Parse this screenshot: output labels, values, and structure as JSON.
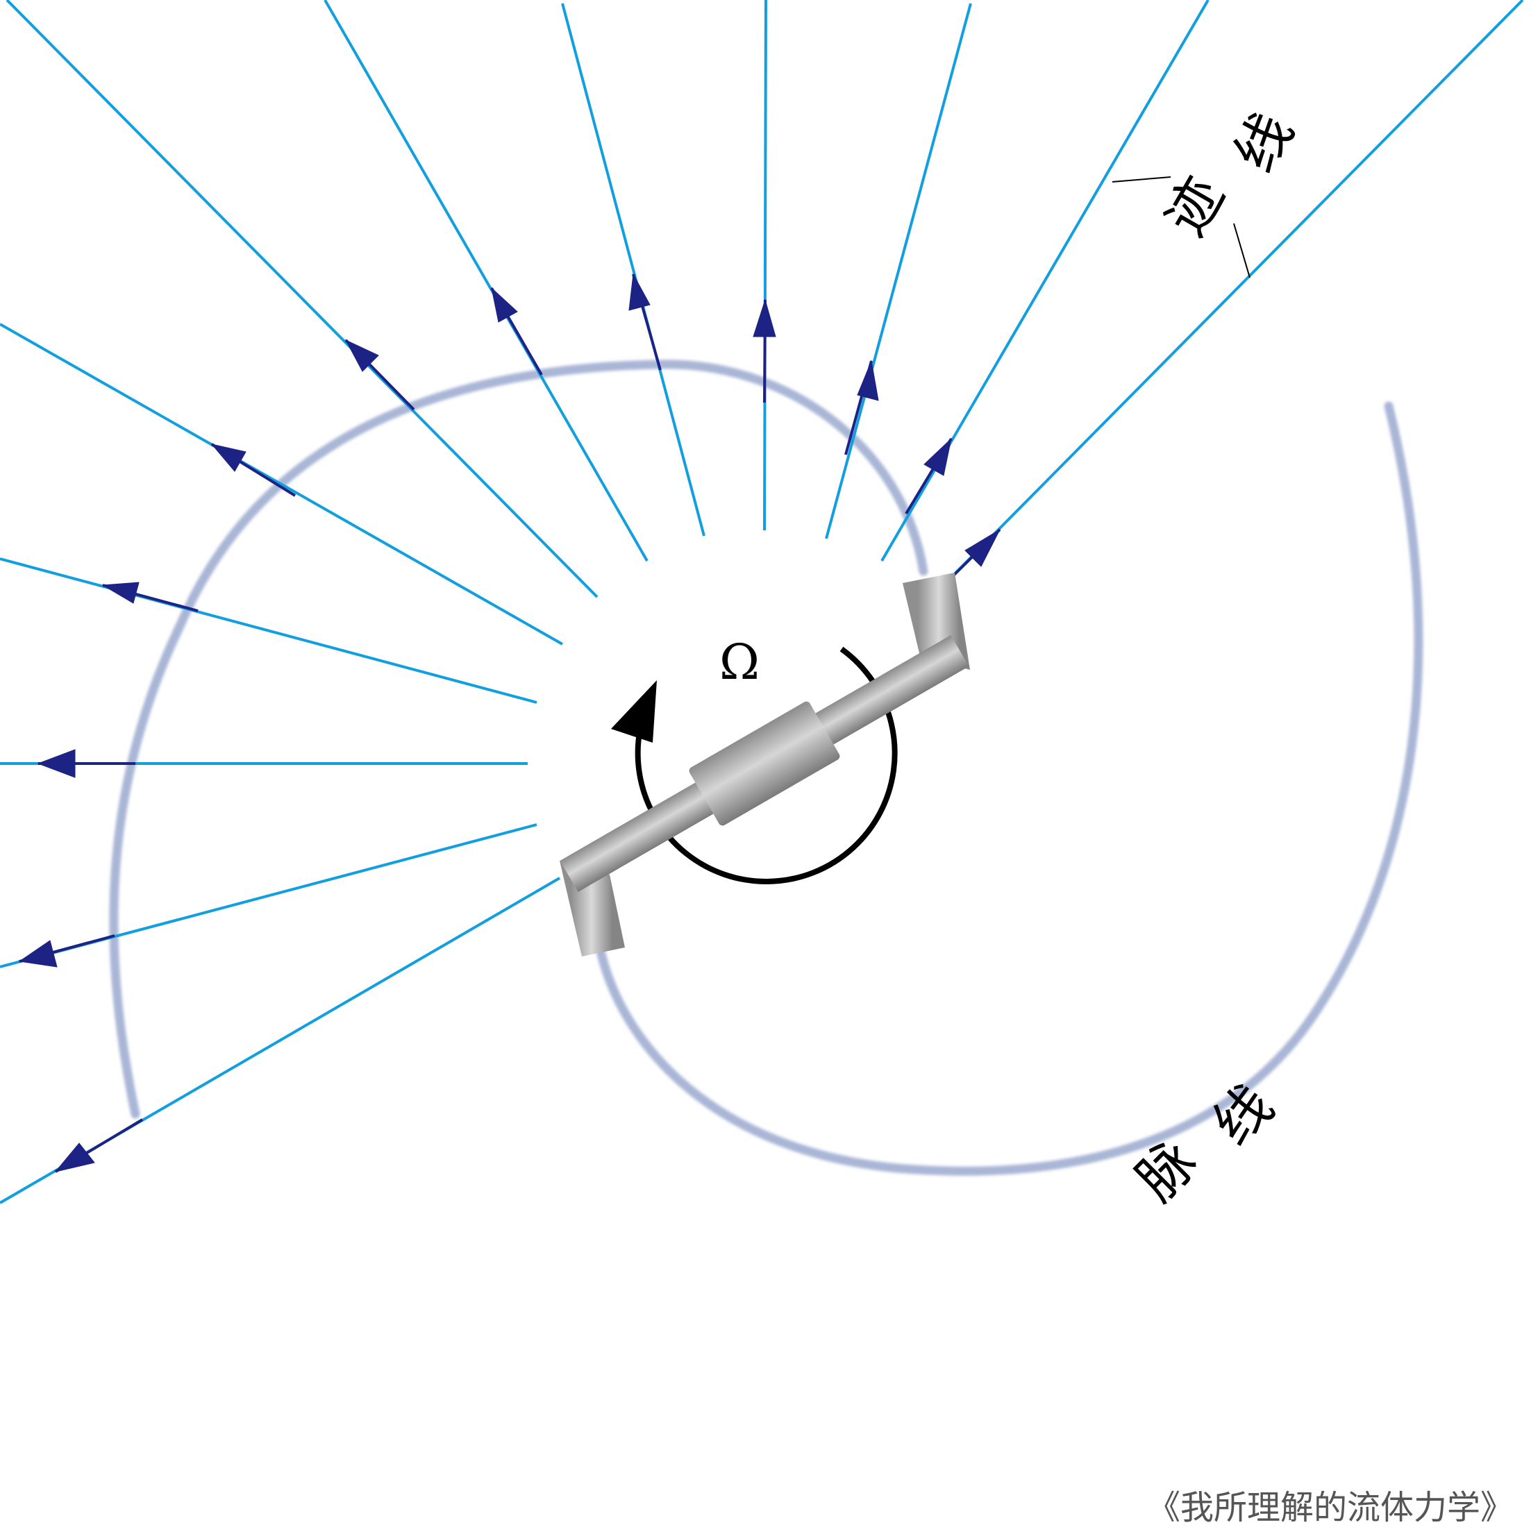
{
  "labels": {
    "pathline_char1": "迹",
    "pathline_char2": "线",
    "streakline_char1": "脉",
    "streakline_char2": "线",
    "omega": "Ω",
    "source": "《我所理解的流体力学》"
  },
  "colors": {
    "background": "#ffffff",
    "pathline": "#129fe0",
    "arrow": "#1c2385",
    "streakline": "#a9b6d6",
    "sprinkler": "#a6a6a6",
    "rotation": "#000000",
    "text": "#000000",
    "source_text": "#555555"
  },
  "icons": {
    "rotation": "curved-arrow-icon"
  }
}
